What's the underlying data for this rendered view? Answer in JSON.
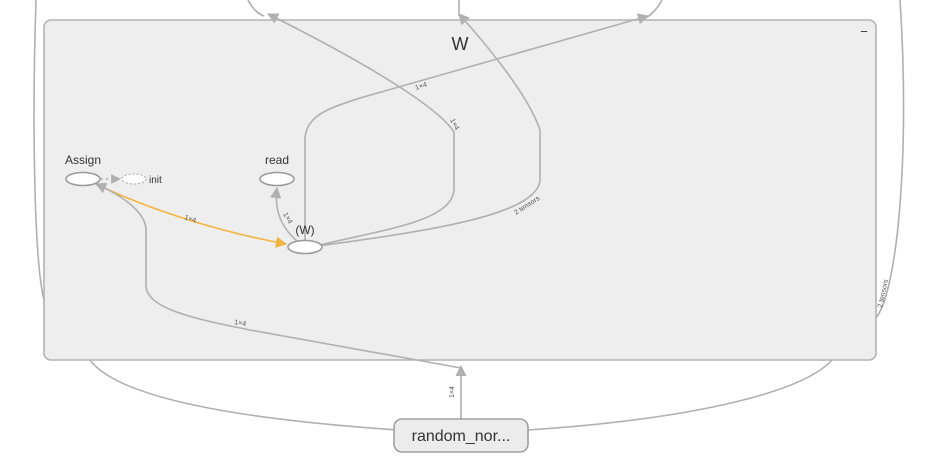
{
  "graph": {
    "group": {
      "title": "W",
      "collapse_symbol": "−"
    },
    "nodes": {
      "assign": "Assign",
      "init": "init",
      "read": "read",
      "variable": "(W)",
      "input": "random_nor..."
    },
    "edges": {
      "assign_to_variable": "1×4",
      "variable_to_read": "1×4",
      "variable_up_1": "1×4",
      "variable_up_2": "1×4",
      "variable_up_3": "2 tensors",
      "input_to_group": "1×4",
      "input_to_assign": "1×4",
      "outer_right": "2 tensors"
    },
    "colors": {
      "reference_edge": "#f5b342",
      "edge": "#b0b0b0",
      "group_fill": "#eeeeee"
    }
  }
}
